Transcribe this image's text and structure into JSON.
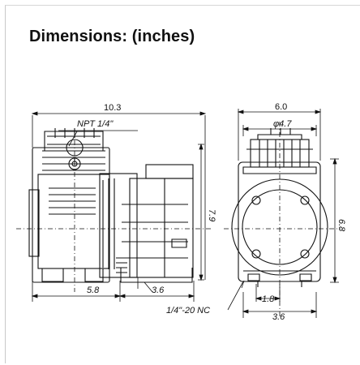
{
  "title": "Dimensions: (inches)",
  "dimensions": {
    "side_width": "10.3",
    "npt_label": "NPT 1/4\"",
    "side_height": "7.9",
    "left_length": "5.8",
    "right_length": "3.6",
    "thread_label": "1/4\"-20 NC",
    "end_width": "6.0",
    "bolt_circle": "φ4.7",
    "end_height": "6.8",
    "foot_spacing": "1.8",
    "foot_width": "3.6"
  }
}
